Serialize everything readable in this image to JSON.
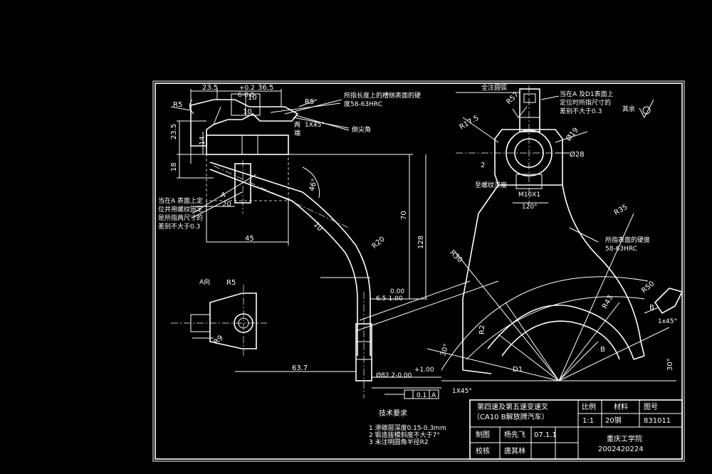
{
  "drawing": {
    "dims": {
      "d_23_5_top": "23.5",
      "d_36_5": "36.5",
      "d_tol_top": "+0.2",
      "d_tol_bot": "6-0.0",
      "d_r5": "R5",
      "d_r5b": "R5",
      "d_10": "10",
      "d_23_5_left": "23.5",
      "d_14": "14",
      "d_18": "18",
      "d_20": "20",
      "d_45": "45",
      "d_a": "A",
      "d_46deg": "46°",
      "d_10b": "10",
      "d_r20": "R20",
      "d_70": "70",
      "d_128": "128",
      "d_0_00": "0.00",
      "d_6_5": "6.5-1.00",
      "d_63_7": "63.7",
      "d_phi_82": "Ø82.2-0.00",
      "d_p100": "+1.00",
      "d_1x45_a": "1X45°",
      "d_1x45_b": "1X45°",
      "d_1x45_c": "1x45°",
      "d_r57": "R57",
      "d_r17_5": "R17.5",
      "d_phi19": "Ø19",
      "d_phi28": "Ø28",
      "d_2": "2",
      "d_m10": "M10X1",
      "d_120": "120°",
      "d_r35": "R35",
      "d_r30": "R30",
      "d_r43": "R43",
      "d_r50": "R50",
      "d_r2": "R2",
      "d_30a": "30°",
      "d_30b": "30°",
      "d_d1": "D1",
      "d_b1": "B",
      "d_b2": "B",
      "d_r9": "R9",
      "d_r5c": "R5",
      "d_10c": "10",
      "d_0_1": "0.1",
      "d_0_1a": "A"
    },
    "notes": {
      "hardness_top": "所指长度上的槽侧表面的硬",
      "hardness_top2": "度58-63HRC",
      "both_ends": "两",
      "both_ends2": "端",
      "chamfer_1x45": "1X45°",
      "fillet_tip": "倒尖角",
      "face_a_line1": "当在A 表面上定",
      "face_a_line2": "位并用螺纹固定",
      "face_a_line3": "是所指两尺寸的",
      "face_a_line4": "差别不大于0.3",
      "view_a": "A向",
      "all_around": "全注圆弧",
      "face_ad1_line1": "当在A 及D1表面上",
      "face_ad1_line2": "定位时所指尺寸的",
      "face_ad1_line3": "差别不大于0.3",
      "rest": "其余",
      "thread_depth": "至螺纹深度",
      "hardness_right1": "所指表面的硬度",
      "hardness_right2": "58-63HRC"
    },
    "tech_req": {
      "title": "技术要求",
      "items": [
        "1  渗碳层深度0.15-0.3mm",
        "2  锻造拔模斜度不大于7°",
        "3  未注明圆角半径R2"
      ]
    }
  },
  "title_block": {
    "part_name_1": "第四速及第五速变速叉",
    "part_name_2": "（CA10 B解放牌汽车）",
    "scale_label": "比例",
    "scale_value": "1:1",
    "material_label": "材料",
    "material_value": "20钢",
    "drawing_no_label": "图号",
    "drawing_no_value": "831011",
    "drawn_label": "制图",
    "drawn_name": "杨先飞",
    "drawn_date": "07.1.1",
    "check_label": "校核",
    "check_name": "唐其林",
    "school": "重庆工学院",
    "student_id": "2002420224"
  }
}
